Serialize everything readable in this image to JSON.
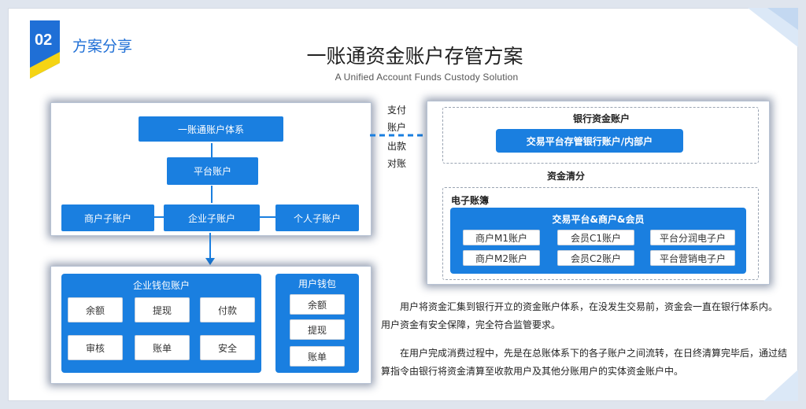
{
  "section": {
    "number": "02",
    "title": "方案分享"
  },
  "title": "一账通资金账户存管方案",
  "subtitle": "A Unified Account Funds Custody Solution",
  "left": {
    "system": "一账通账户体系",
    "platform": "平台账户",
    "merchant_sub": "商户子账户",
    "enterprise_sub": "企业子账户",
    "personal_sub": "个人子账户",
    "enterprise_wallet": {
      "title": "企业钱包账户",
      "items": [
        "余额",
        "提现",
        "付款",
        "审核",
        "账单",
        "安全"
      ]
    },
    "user_wallet": {
      "title": "用户钱包",
      "items": [
        "余额",
        "提现",
        "账单"
      ]
    }
  },
  "connector_labels": [
    "支付",
    "账户",
    "出款",
    "对账"
  ],
  "right": {
    "bank_account": "银行资金账户",
    "custody_account": "交易平台存管银行账户/内部户",
    "clearing": "资金清分",
    "ledger": "电子账簿",
    "ledger_box_title": "交易平台&商户&会员",
    "ledger_items": [
      "商户M1账户",
      "会员C1账户",
      "平台分润电子户",
      "商户M2账户",
      "会员C2账户",
      "平台营销电子户"
    ]
  },
  "paragraphs": [
    "用户将资金汇集到银行开立的资金账户体系，在没发生交易前，资金会一直在银行体系内。用户资金有安全保障，完全符合监管要求。",
    "在用户完成消费过程中，先是在总账体系下的各子账户之间流转，在日终清算完毕后，通过结算指令由银行将资金清算至收款用户及其他分账用户的实体资金账户中。"
  ],
  "colors": {
    "primary": "#1a7fe0",
    "accent": "#1f6fd6",
    "badge_yellow": "#f5d414"
  }
}
